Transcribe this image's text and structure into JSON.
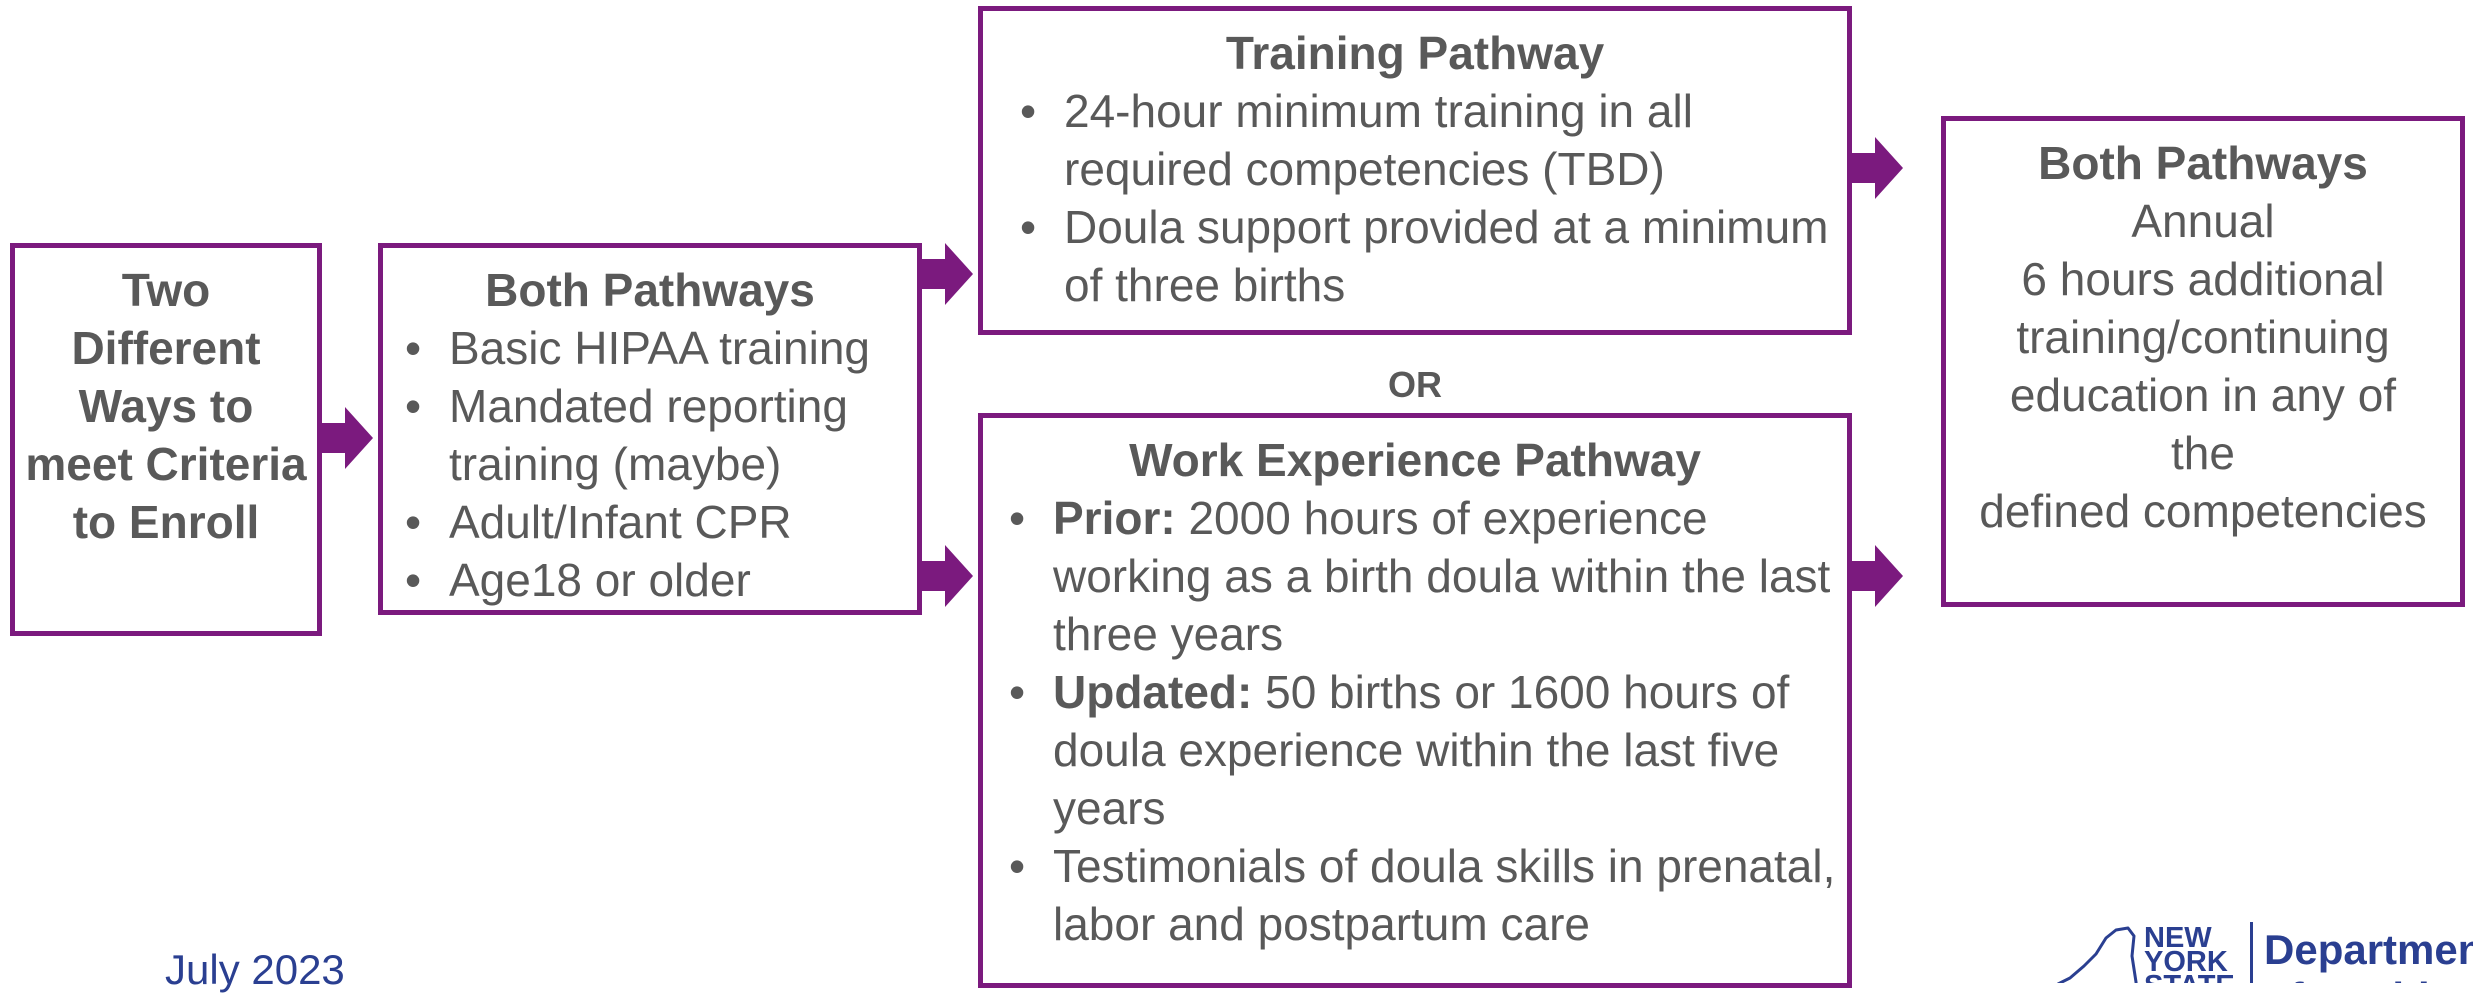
{
  "enroll_box": {
    "title": "Two Different Ways to meet Criteria to Enroll"
  },
  "both_pathways_left": {
    "title": "Both Pathways",
    "items": [
      "Basic HIPAA training",
      "Mandated reporting training (maybe)",
      "Adult/Infant CPR",
      "Age18 or older"
    ]
  },
  "training_pathway": {
    "title": "Training Pathway",
    "items": [
      "24-hour minimum training in all required competencies (TBD)",
      "Doula support provided at a minimum of three births"
    ]
  },
  "or_label": "OR",
  "work_experience_pathway": {
    "title": "Work Experience Pathway",
    "items": [
      {
        "bold": "Prior:",
        "text": " 2000 hours of experience working as a birth doula within the last three years"
      },
      {
        "bold": "Updated:",
        "text": " 50 births or 1600 hours of doula experience within the last five years"
      },
      {
        "bold": "",
        "text": "Testimonials of doula skills in prenatal, labor and postpartum care"
      }
    ]
  },
  "both_pathways_right": {
    "title": "Both Pathways",
    "lines": [
      "Annual",
      "6 hours additional training/continuing education in any of the",
      "defined competencies"
    ]
  },
  "footer": {
    "date": "July 2023",
    "logo": {
      "state_text": [
        "NEW",
        "YORK",
        "STATE"
      ],
      "department_text": [
        "Department",
        "of Health"
      ]
    }
  },
  "colors": {
    "border": "#7b1a7e",
    "arrow": "#7b1a7e",
    "text": "#595959",
    "brand_blue": "#2a3f91"
  }
}
